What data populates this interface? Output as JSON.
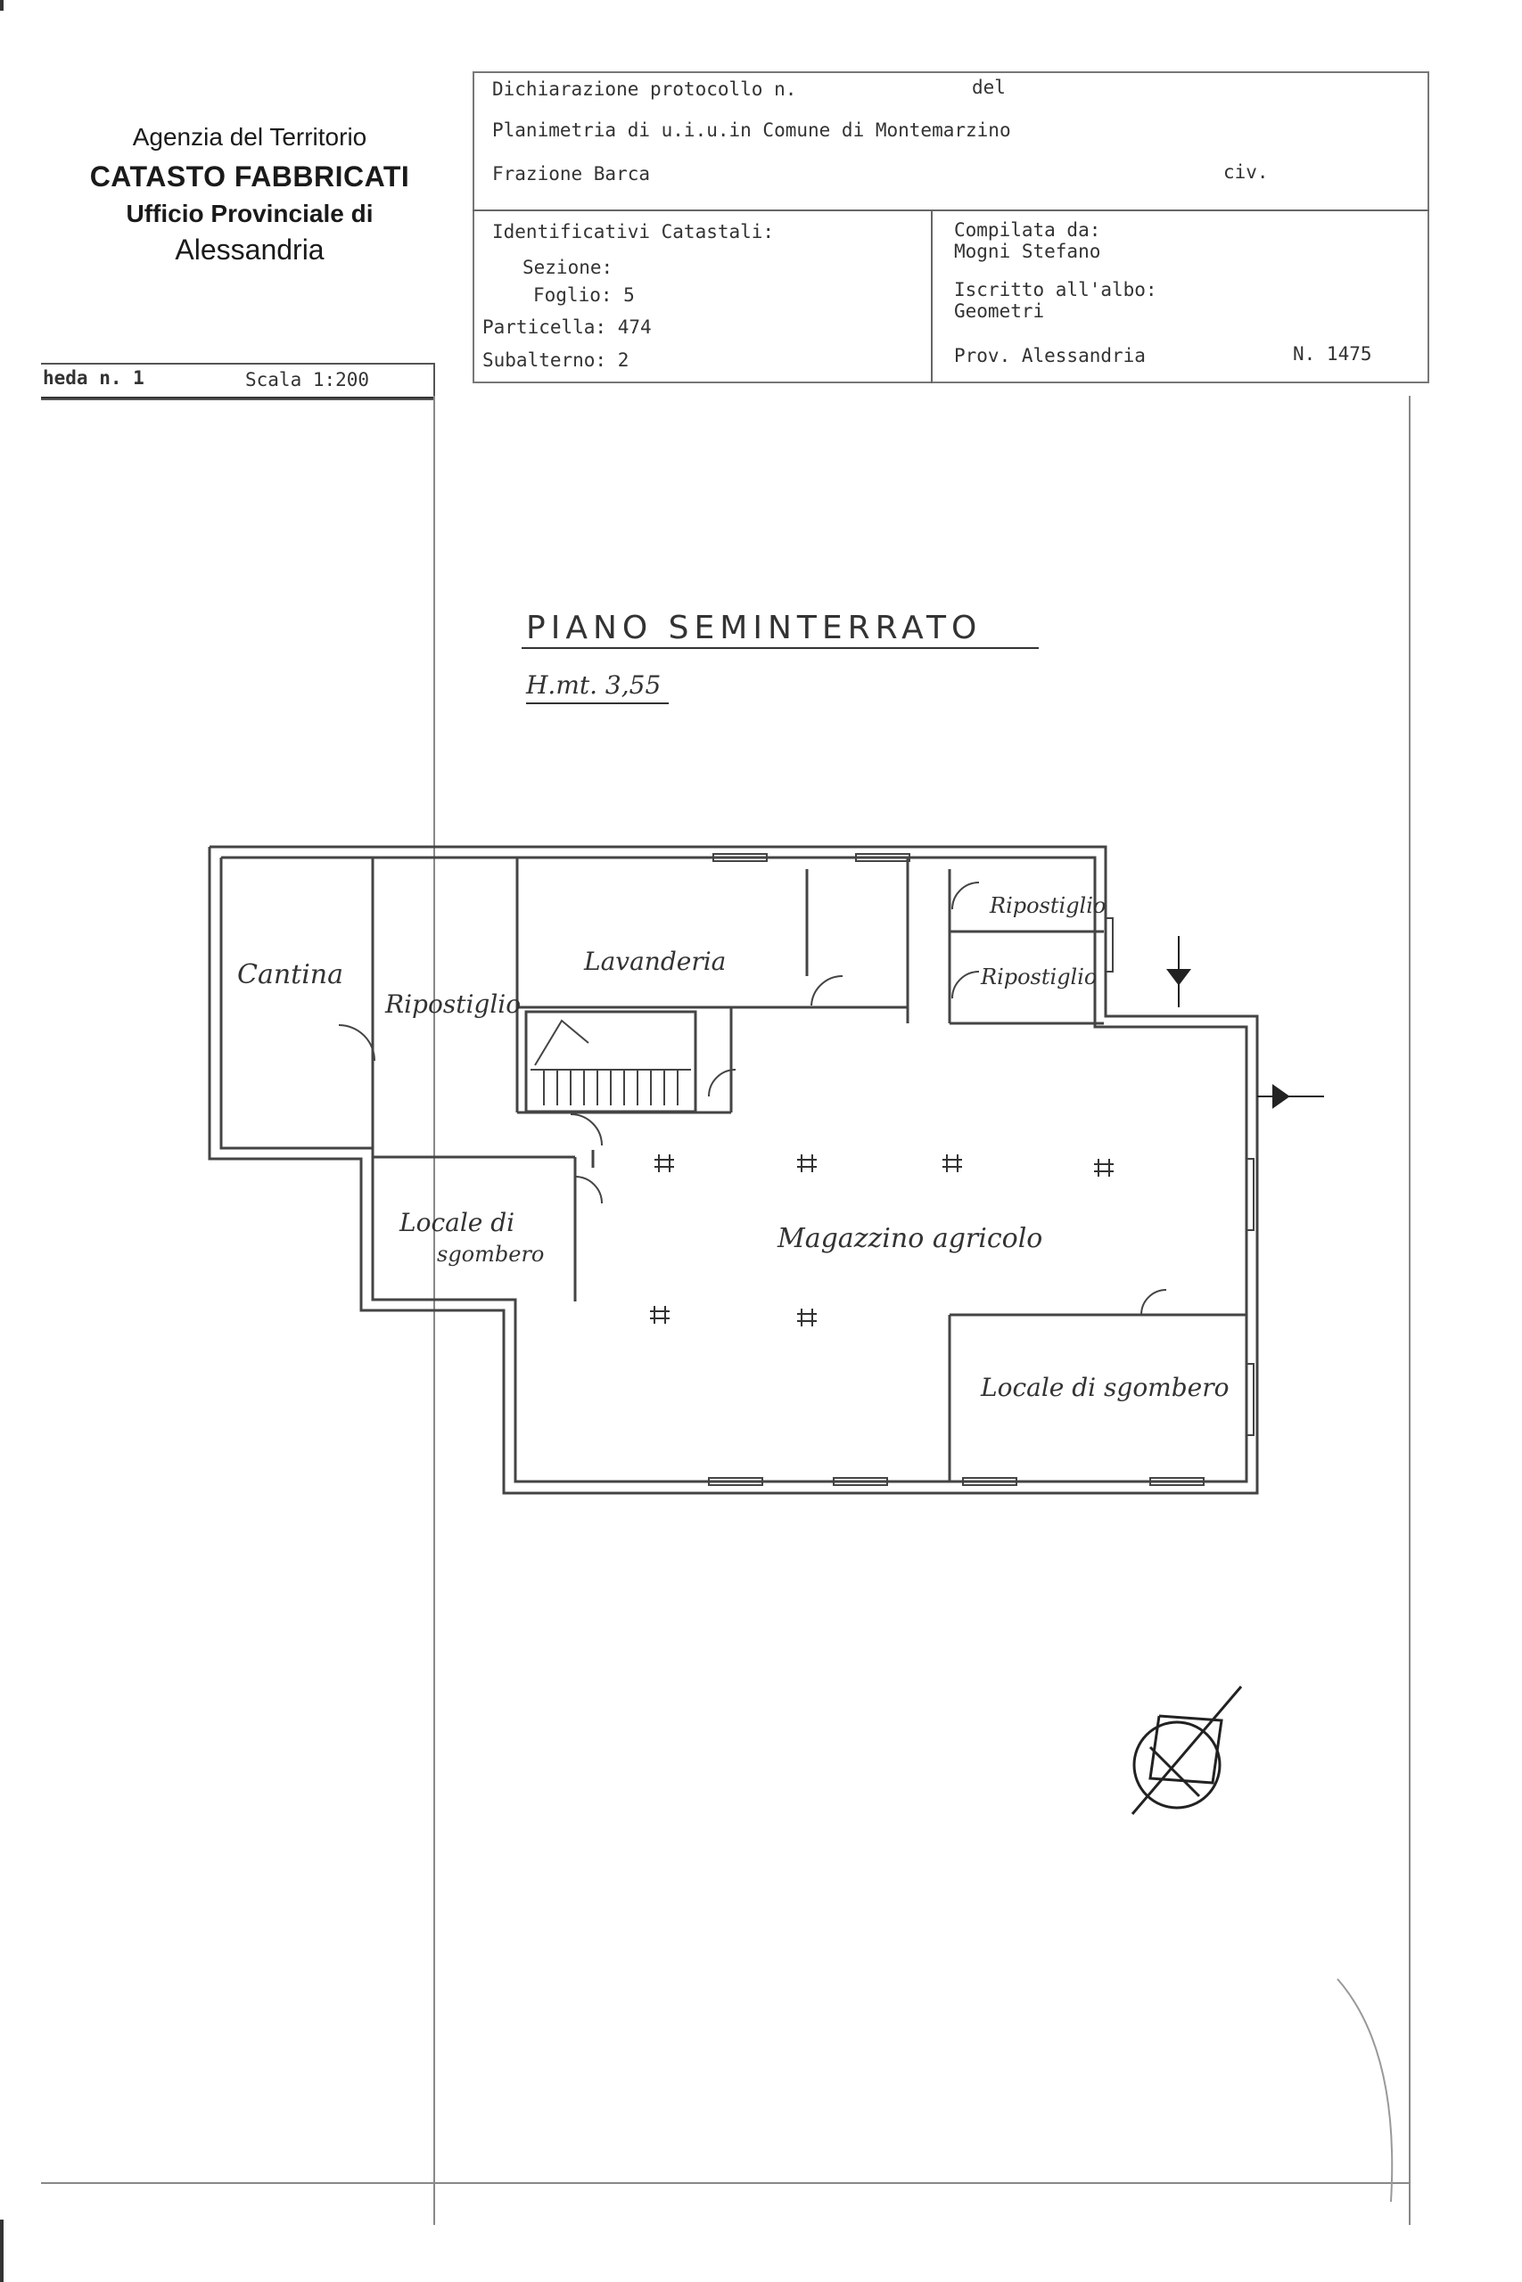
{
  "agency": {
    "line1": "Agenzia del Territorio",
    "line2": "CATASTO FABBRICATI",
    "line3": "Ufficio Provinciale di",
    "line4": "Alessandria"
  },
  "scheda": {
    "number_label": "heda n. 1",
    "scale_label": "Scala 1:200"
  },
  "header": {
    "dichiarazione_label": "Dichiarazione protocollo n.",
    "del_label": "del",
    "planimetria_label": "Planimetria di u.i.u.in Comune di Montemarzino",
    "frazione_label": "Frazione Barca",
    "civ_label": "civ."
  },
  "identificativi": {
    "title": "Identificativi Catastali:",
    "sezione": "Sezione:",
    "foglio": "Foglio: 5",
    "particella": "Particella: 474",
    "subalterno": "Subalterno: 2"
  },
  "compilata": {
    "label": "Compilata da:",
    "name": "Mogni Stefano",
    "iscritto_label": "Iscritto all'albo:",
    "albo": "Geometri",
    "prov": "Prov. Alessandria",
    "numero": "N.  1475"
  },
  "plan": {
    "title": "PIANO  SEMINTERRATO",
    "height": "H.mt. 3,55",
    "rooms": {
      "cantina": "Cantina",
      "ripostiglio_1": "Ripostiglio",
      "lavanderia": "Lavanderia",
      "ripostiglio_2": "Ripostiglio",
      "ripostiglio_3": "Ripostiglio",
      "locale_sgombero_1_a": "Locale di",
      "locale_sgombero_1_b": "sgombero",
      "magazzino": "Magazzino agricolo",
      "locale_sgombero_2": "Locale di sgombero"
    }
  }
}
